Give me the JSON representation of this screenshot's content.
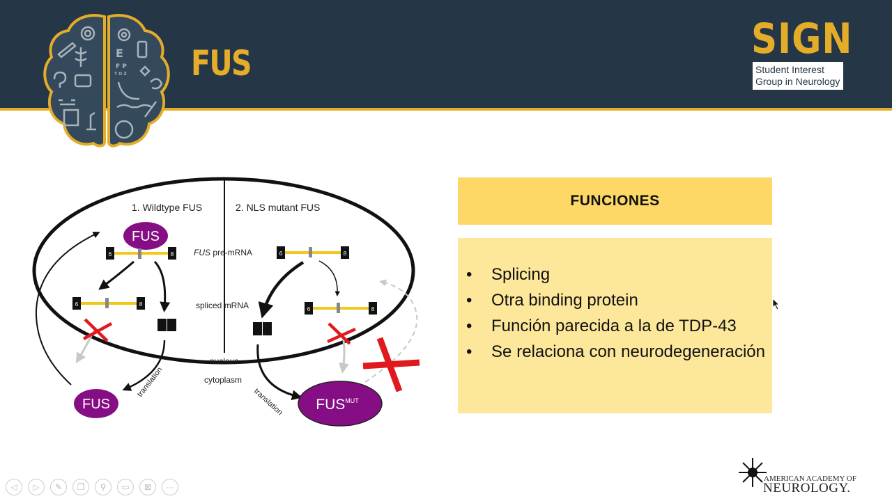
{
  "slide": {
    "title": "FUS"
  },
  "logo": {
    "word": "SIGN",
    "line1": "Student Interest",
    "line2": "Group in Neurology"
  },
  "diagram": {
    "wildtype_label": "1. Wildtype FUS",
    "mutant_label": "2. NLS mutant FUS",
    "pre_mrna_italic": "FUS",
    "pre_mrna_label": " pre-mRNA",
    "spliced_label": "spliced mRNA",
    "nucleus_label": "nucleus",
    "cytoplasm_label": "cytoplasm",
    "fus_label": "FUS",
    "fus_mut_label": "FUS",
    "fus_mut_sup": "MUT",
    "translation_label": "translation",
    "exon_left": "6",
    "exon_right": "8"
  },
  "panel": {
    "heading": "FUNCIONES",
    "bullet_char": "•",
    "items": [
      "Splicing",
      "Otra binding protein",
      "Función parecida a la de TDP-43",
      "Se relaciona con neurodegeneración"
    ]
  },
  "aan": {
    "line1": "AMERICAN ACADEMY OF",
    "line2": "NEUROLOGY."
  },
  "toolbar": {
    "icons": [
      "previous-icon",
      "next-icon",
      "pen-icon",
      "slides-icon",
      "zoom-icon",
      "subtitles-icon",
      "camera-off-icon",
      "more-icon"
    ],
    "glyphs": [
      "◁",
      "▷",
      "✎",
      "❐",
      "⚲",
      "▭",
      "⊠",
      "···"
    ]
  },
  "colors": {
    "header_bg": "#253647",
    "accent_gold": "#e3ad2a",
    "panel_head": "#fdd866",
    "panel_body": "#fde79b",
    "protein_purple": "#850e85",
    "cross_red": "#e0191f",
    "exon_bar": "#f2c81c"
  }
}
